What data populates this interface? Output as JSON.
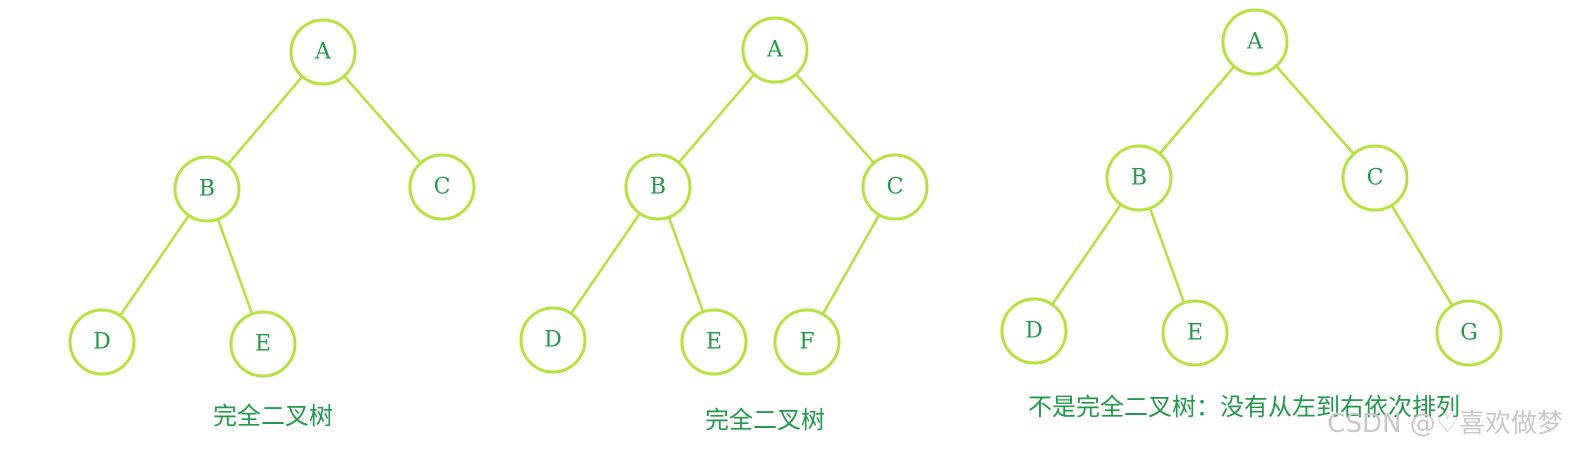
{
  "trees": [
    {
      "id": "tree-1",
      "nodes": [
        {
          "id": "A",
          "label": "A"
        },
        {
          "id": "B",
          "label": "B"
        },
        {
          "id": "C",
          "label": "C"
        },
        {
          "id": "D",
          "label": "D"
        },
        {
          "id": "E",
          "label": "E"
        }
      ],
      "edges": [
        [
          "A",
          "B"
        ],
        [
          "A",
          "C"
        ],
        [
          "B",
          "D"
        ],
        [
          "B",
          "E"
        ]
      ],
      "caption": "完全二叉树"
    },
    {
      "id": "tree-2",
      "nodes": [
        {
          "id": "A",
          "label": "A"
        },
        {
          "id": "B",
          "label": "B"
        },
        {
          "id": "C",
          "label": "C"
        },
        {
          "id": "D",
          "label": "D"
        },
        {
          "id": "E",
          "label": "E"
        },
        {
          "id": "F",
          "label": "F"
        }
      ],
      "edges": [
        [
          "A",
          "B"
        ],
        [
          "A",
          "C"
        ],
        [
          "B",
          "D"
        ],
        [
          "B",
          "E"
        ],
        [
          "C",
          "F"
        ]
      ],
      "caption": "完全二叉树"
    },
    {
      "id": "tree-3",
      "nodes": [
        {
          "id": "A",
          "label": "A"
        },
        {
          "id": "B",
          "label": "B"
        },
        {
          "id": "C",
          "label": "C"
        },
        {
          "id": "D",
          "label": "D"
        },
        {
          "id": "E",
          "label": "E"
        },
        {
          "id": "G",
          "label": "G"
        }
      ],
      "edges": [
        [
          "A",
          "B"
        ],
        [
          "A",
          "C"
        ],
        [
          "B",
          "D"
        ],
        [
          "B",
          "E"
        ],
        [
          "C",
          "G"
        ]
      ],
      "caption": "不是完全二叉树：没有从左到右依次排列"
    }
  ],
  "watermark": "CSDN @♡喜欢做梦"
}
